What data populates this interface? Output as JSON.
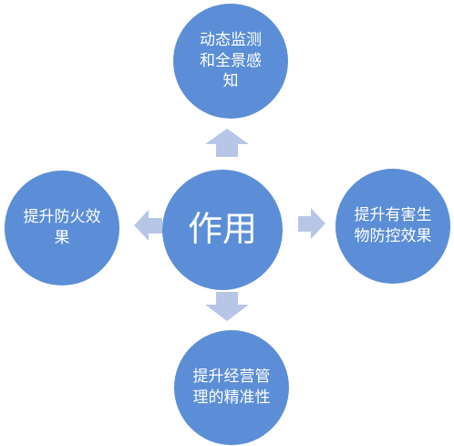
{
  "colors": {
    "node_fill": "#5b8ed6",
    "arrow_fill": "#b7c6e6",
    "text": "#ffffff"
  },
  "center": {
    "label": "作用"
  },
  "nodes": {
    "top": {
      "label": "动态监测和全景感知"
    },
    "left": {
      "label": "提升防火效果"
    },
    "right": {
      "label": "提升有害生物防控效果"
    },
    "bottom": {
      "label": "提升经营管理的精准性"
    }
  }
}
